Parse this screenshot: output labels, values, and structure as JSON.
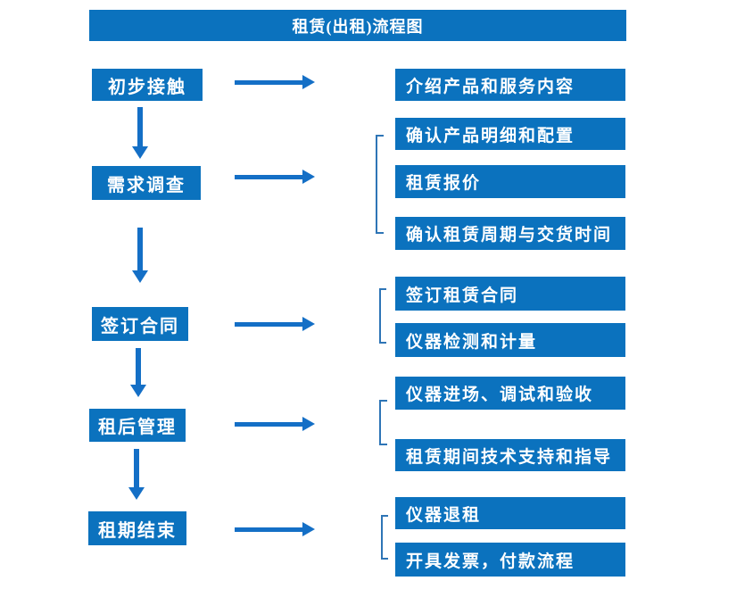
{
  "title": "租赁(出租)流程图",
  "colors": {
    "box_blue": "#0b72be",
    "arrow_blue": "#146fc6",
    "bracket_blue": "#2e75b6",
    "text_white": "#ffffff",
    "background": "#ffffff"
  },
  "stages": [
    {
      "label": "初步接触",
      "details": [
        "介绍产品和服务内容"
      ]
    },
    {
      "label": "需求调查",
      "details": [
        "确认产品明细和配置",
        "租赁报价",
        "确认租赁周期与交货时间"
      ]
    },
    {
      "label": "签订合同",
      "details": [
        "签订租赁合同",
        "仪器检测和计量"
      ]
    },
    {
      "label": "租后管理",
      "details": [
        "仪器进场、调试和验收",
        "租赁期间技术支持和指导"
      ]
    },
    {
      "label": "租期结束",
      "details": [
        "仪器退租",
        "开具发票，付款流程"
      ]
    }
  ]
}
